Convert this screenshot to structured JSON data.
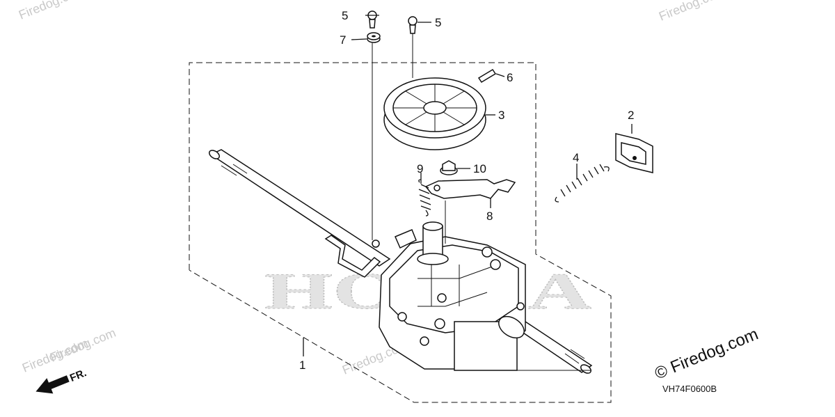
{
  "diagram": {
    "code": "VH74F0600B",
    "direction_label": "FR.",
    "brand_watermark": "HONDA",
    "site_watermark": "Firedog.com",
    "copyright_text": "© Firedog.com"
  },
  "callouts": [
    {
      "id": "1",
      "label": "1"
    },
    {
      "id": "2",
      "label": "2"
    },
    {
      "id": "3",
      "label": "3"
    },
    {
      "id": "4",
      "label": "4"
    },
    {
      "id": "5a",
      "label": "5"
    },
    {
      "id": "5b",
      "label": "5"
    },
    {
      "id": "6",
      "label": "6"
    },
    {
      "id": "7",
      "label": "7"
    },
    {
      "id": "8",
      "label": "8"
    },
    {
      "id": "9",
      "label": "9"
    },
    {
      "id": "10",
      "label": "10"
    }
  ]
}
